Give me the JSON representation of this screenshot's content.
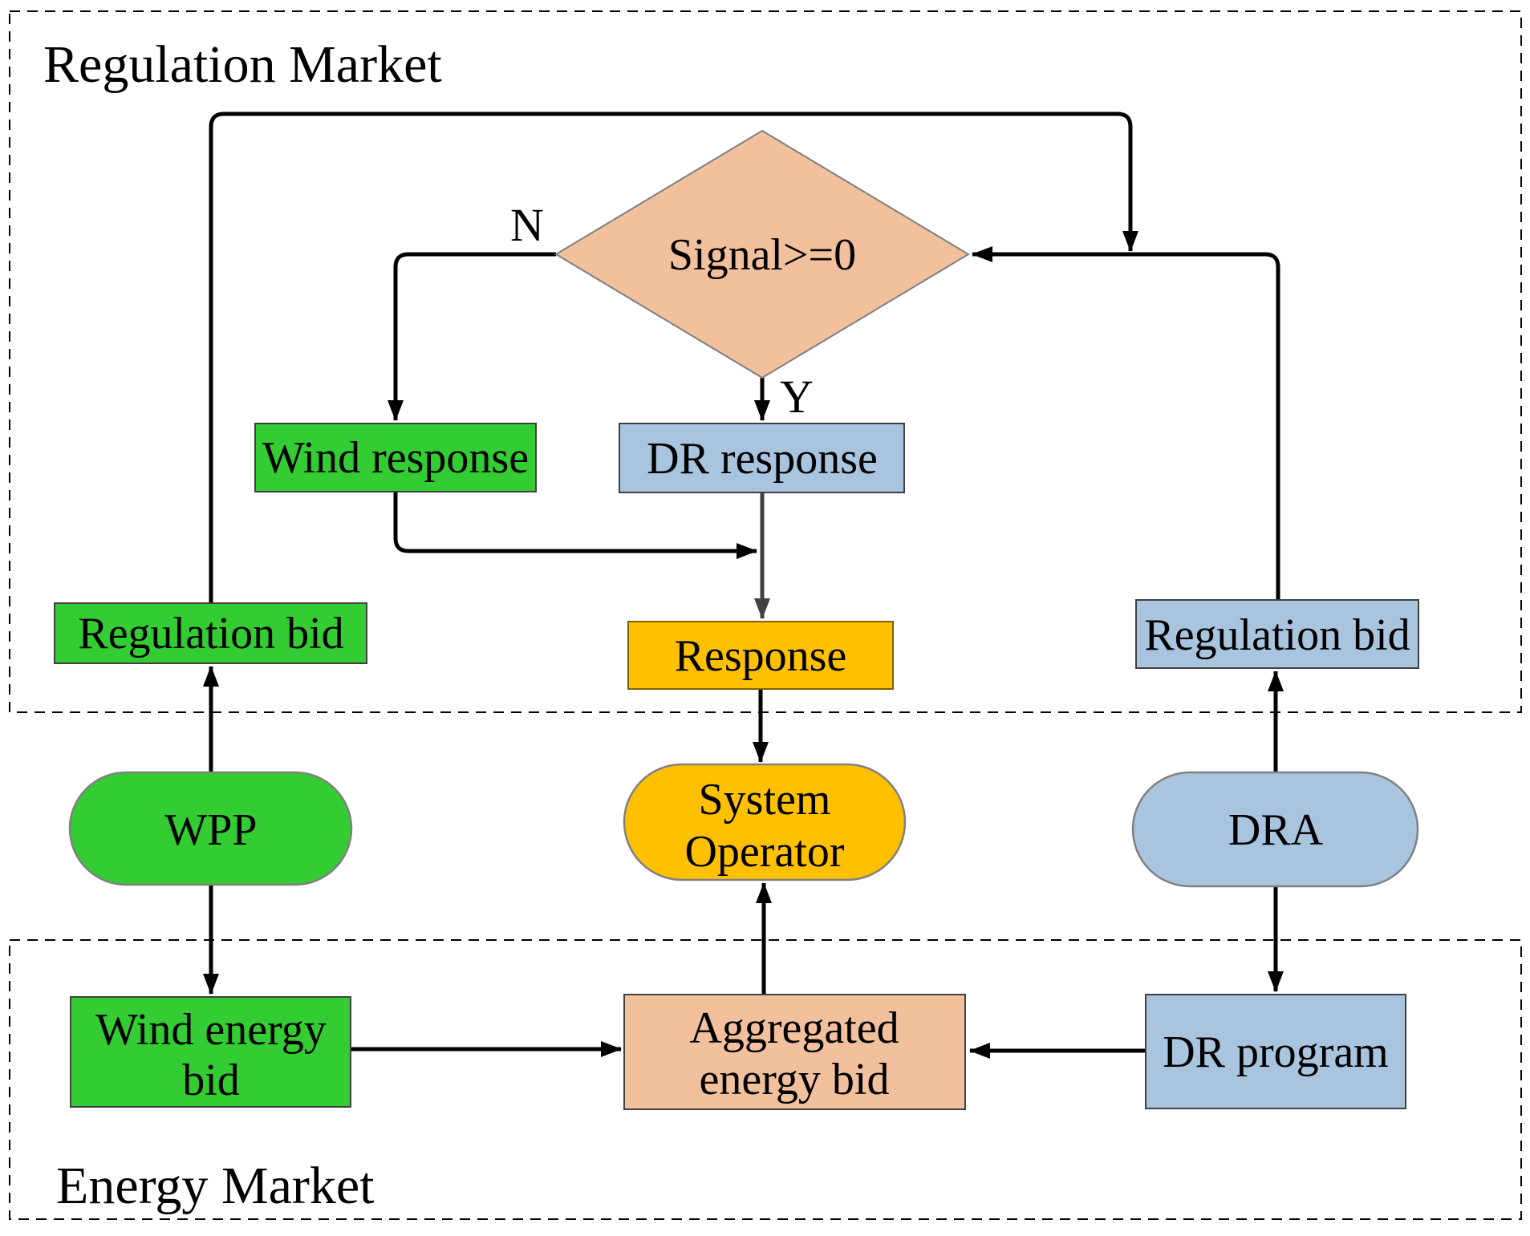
{
  "regions": {
    "regulation_market": {
      "label": "Regulation Market"
    },
    "energy_market": {
      "label": "Energy Market"
    }
  },
  "nodes": {
    "signal_decision": {
      "label": "Signal>=0",
      "shape": "diamond"
    },
    "wind_response": {
      "label": "Wind response"
    },
    "dr_response": {
      "label": "DR response"
    },
    "regulation_bid_left": {
      "label": "Regulation bid"
    },
    "regulation_bid_right": {
      "label": "Regulation bid"
    },
    "response": {
      "label": "Response"
    },
    "wpp": {
      "label": "WPP"
    },
    "system_operator": {
      "line1": "System",
      "line2": "Operator"
    },
    "dra": {
      "label": "DRA"
    },
    "wind_energy_bid": {
      "line1": "Wind energy",
      "line2": "bid"
    },
    "aggregated_energy_bid": {
      "line1": "Aggregated",
      "line2": "energy bid"
    },
    "dr_program": {
      "label": "DR program"
    }
  },
  "edge_labels": {
    "no": "N",
    "yes": "Y"
  },
  "colors": {
    "green": "#33CC33",
    "blue": "#A9C4DE",
    "orange": "#FFC000",
    "peach": "#F2C09C",
    "black_line": "#000000",
    "gray_line": "#404040"
  }
}
